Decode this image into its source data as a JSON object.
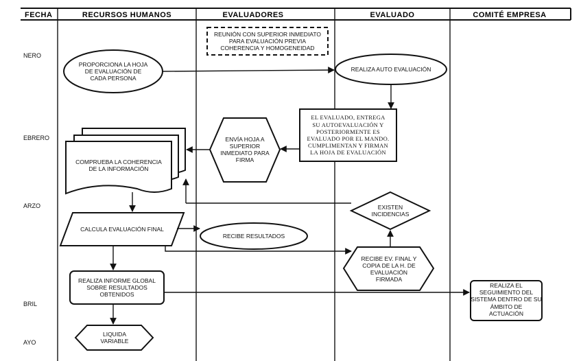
{
  "headers": {
    "fecha": "FECHA",
    "rrhh": "RECURSOS HUMANOS",
    "evaluadores": "EVALUADORES",
    "evaluado": "EVALUADO",
    "comite": "COMITÉ EMPRESA"
  },
  "months": {
    "enero": "NERO",
    "febrero": "EBRERO",
    "marzo": "ARZO",
    "abril": "BRIL",
    "mayo": "AYO"
  },
  "nodes": {
    "reunion": "REUNIÓN CON SUPERIOR INMEDIATO\nPARA EVALUACIÓN PREVIA\nCOHERENCIA Y HOMOGENEIDAD",
    "proporciona": "PROPORCIONA LA HOJA\nDE EVALUACIÓN DE\nCADA PERSONA",
    "autoevaluacion": "REALIZA AUTO EVALUACIÓN",
    "entrega": "EL EVALUADO, ENTREGA\nSU AUTOEVALUACIÓN Y\nPOSTERIORMENTE ES\nEVALUADO POR EL MANDO.\nCUMPLIMENTAN Y FIRMAN\nLA HOJA DE EVALUACIÓN",
    "envia": "ENVÍA HOJA A\nSUPERIOR\nINMEDIATO PARA\nFIRMA",
    "comprueba": "COMPRUEBA LA COHERENCIA\nDE LA INFORMACIÓN",
    "incidencias": "EXISTEN\nINCIDENCIAS",
    "calcula": "CALCULA EVALUACIÓN FINAL",
    "recibe_resultados": "RECIBE RESULTADOS",
    "recibe_ev": "RECIBE EV. FINAL Y\nCOPIA DE LA H. DE\nEVALUACIÓN\nFIRMADA",
    "informe": "REALIZA INFORME GLOBAL\nSOBRE RESULTADOS\nOBTENIDOS",
    "seguimiento": "REALIZA EL\nSEGUIMIENTO DEL\nSISTEMA DENTRO DE SU\nÁMBITO DE\nACTUACIÓN",
    "liquida": "LIQUIDA\nVARIABLE"
  }
}
